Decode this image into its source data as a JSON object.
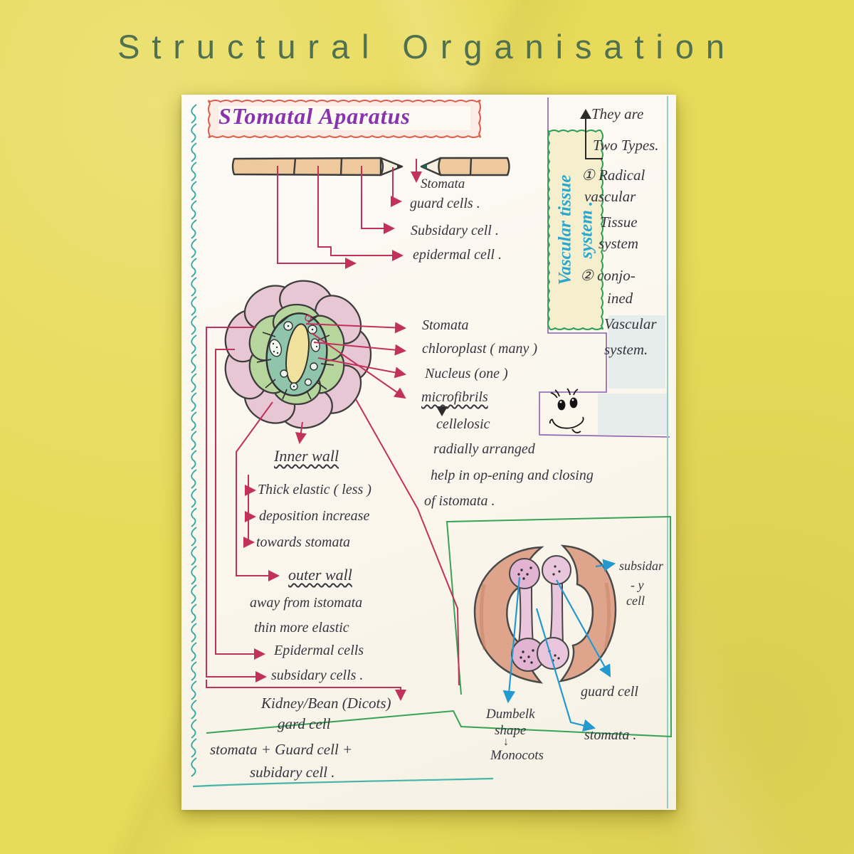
{
  "page": {
    "title": "Structural Organisation"
  },
  "colors": {
    "background": "#e8db5b",
    "paper": "#fcf9f2",
    "ink": "#35353f",
    "heading_green": "#50714f",
    "note_title_purple": "#8a33ae",
    "title_box_red": "#d95f4c",
    "vascular_blue": "#2ba6cd",
    "scallop_green": "#2f9e57",
    "connector_red": "#c2315a",
    "connector_blue": "#2499cf",
    "margin_teal": "#2fa89e",
    "section_green": "#38a257",
    "divider_purple": "#8b5fb0"
  },
  "note": {
    "title": "STomatal Aparatus",
    "pencil": {
      "stomata": "Stomata",
      "guard": "guard cells .",
      "subsidiary": "Subsidary cell .",
      "epidermal": "epidermal cell ."
    },
    "vascular": {
      "line1": "Vascular tissue",
      "line2": "system ."
    },
    "right_column": {
      "lines": [
        "They are",
        "Two Types.",
        "① Radical",
        "vascular",
        "Tissue",
        "system",
        "② conjo-",
        "ined",
        "Vascular",
        "system."
      ]
    },
    "stoma_labels": [
      "Stomata",
      "chloroplast ( many )",
      "Nucleus (one )",
      "microfibrils"
    ],
    "stoma_labels_sub": "cellelosic",
    "radial": [
      "radially arranged",
      "help in op-ening and closing",
      "of istomata ."
    ],
    "inner_wall": {
      "title": "Inner wall",
      "bullets": [
        "Thick elastic ( less )",
        "deposition increase",
        "towards stomata"
      ]
    },
    "outer_wall": {
      "title": "outer wall",
      "lines": [
        "away from istomata",
        "thin more elastic"
      ]
    },
    "cells": {
      "epidermal": "Epidermal cells",
      "subsidiary": "subsidary cells ."
    },
    "dicot": {
      "kidney": "Kidney/Bean (Dicots)",
      "guard": "gard cell"
    },
    "summary": {
      "line1": "stomata + Guard cell +",
      "line2": "subidary cell ."
    },
    "monocot": {
      "subsidiary1": "subsidar",
      "subsidiary2": "- y",
      "subsidiary3": "cell",
      "guard": "guard cell",
      "stomata": "stomata .",
      "dumbbell1": "Dumbelk",
      "dumbbell2": "shape",
      "arrow": "↓",
      "dumbbell3": "Monocots"
    }
  }
}
